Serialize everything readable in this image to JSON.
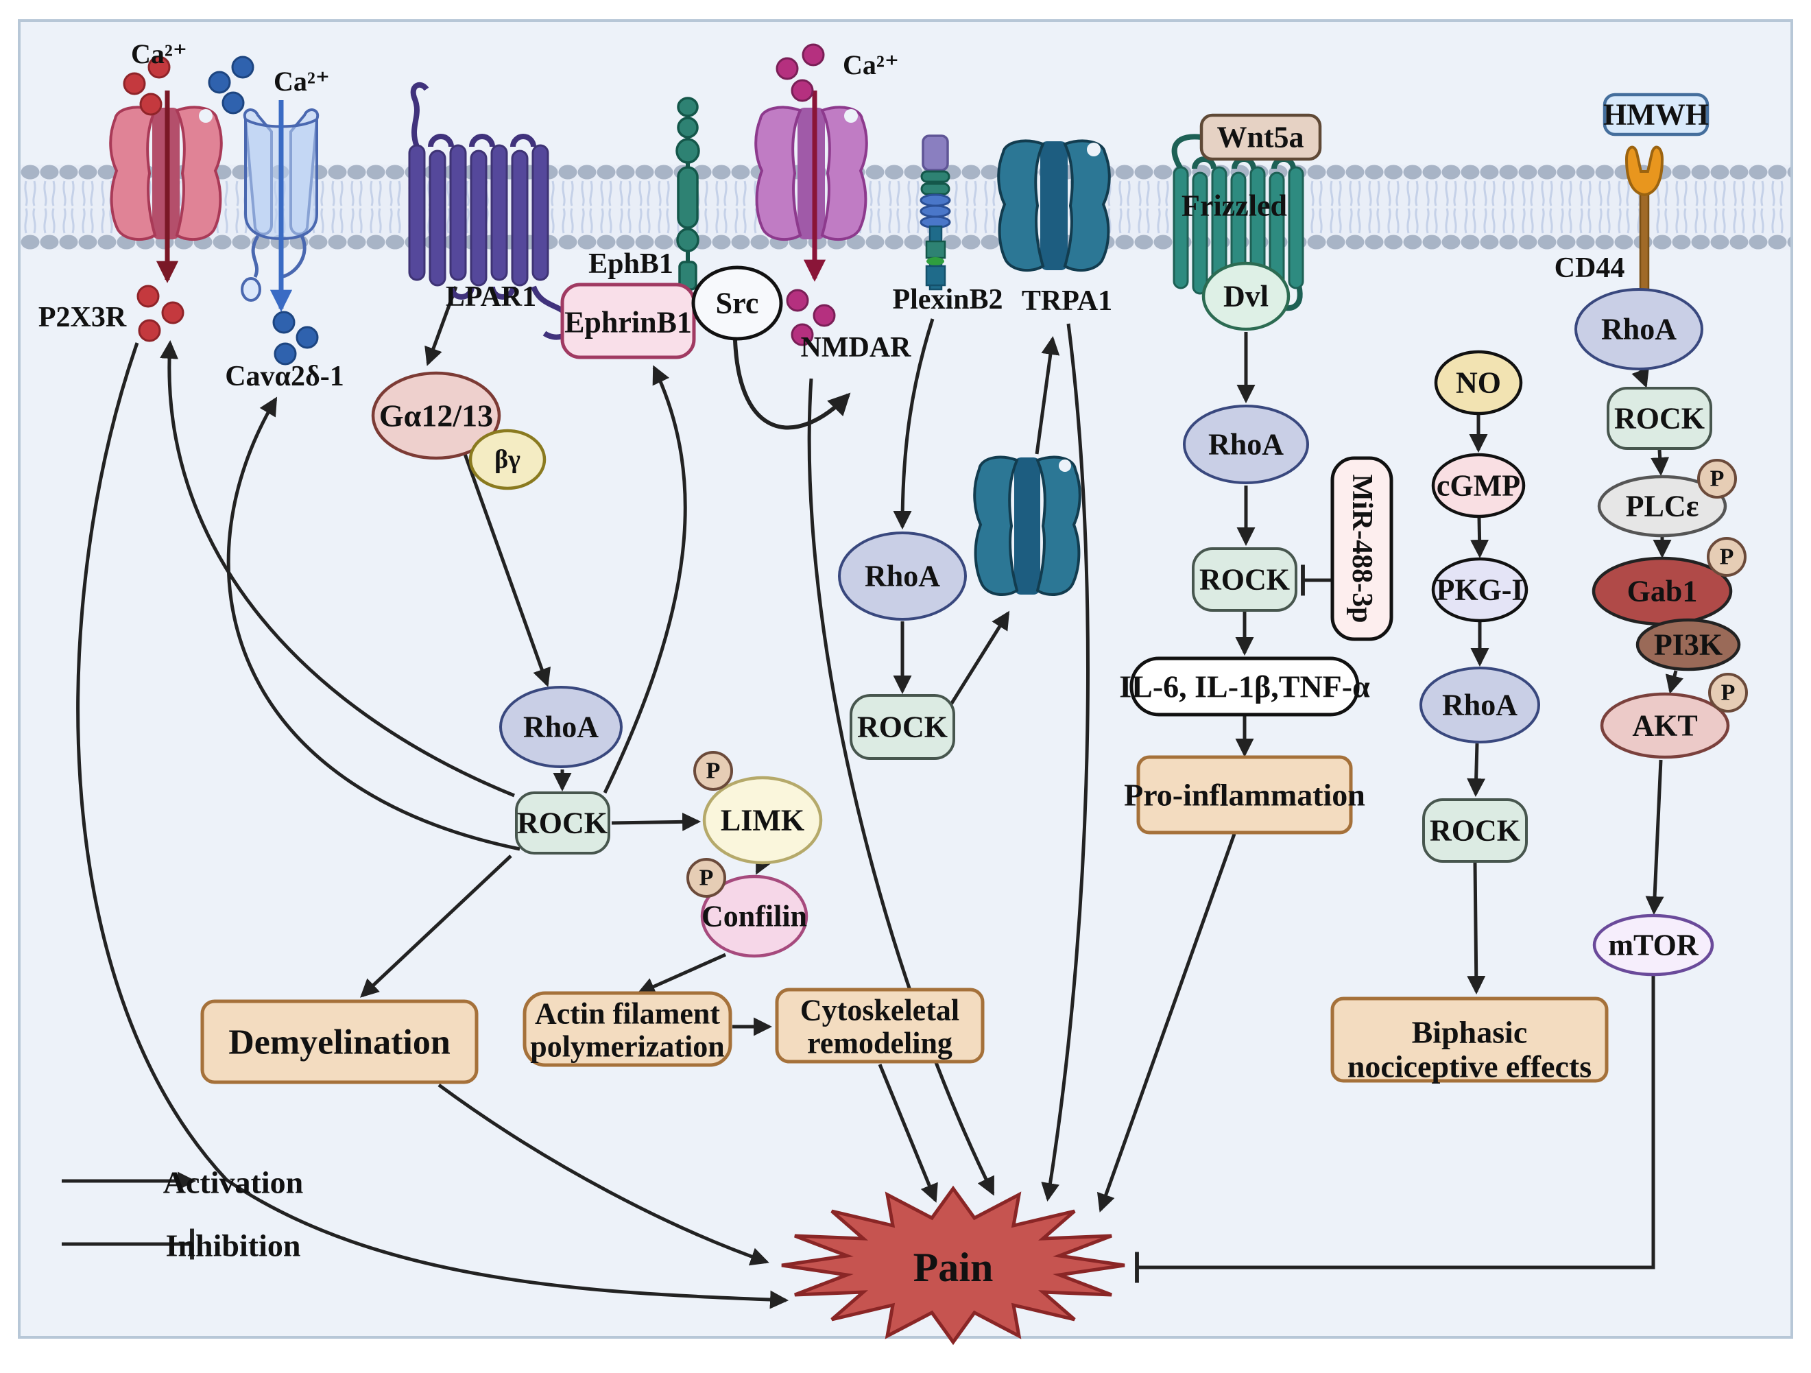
{
  "legend": {
    "activation": "Activation",
    "inhibition": "Inhibition"
  },
  "pain": {
    "label": "Pain"
  },
  "ions": {
    "ca_p2x3r": "Ca²⁺",
    "ca_cav": "Ca²⁺",
    "ca_nmdar": "Ca²⁺"
  },
  "receptors": {
    "p2x3r": "P2X3R",
    "cav_a2d1": "Cavα2δ-1",
    "lpar1": "LPAR1",
    "ephb1": "EphB1",
    "ephrinb1": "EphrinB1",
    "src": "Src",
    "nmdar": "NMDAR",
    "plexinb2": "PlexinB2",
    "trpa1": "TRPA1",
    "wnt5a": "Wnt5a",
    "frizzled": "Frizzled",
    "dvl": "Dvl",
    "hmwh": "HMWH",
    "cd44": "CD44"
  },
  "molecules": {
    "g_alpha": "Gα12/13",
    "beta_gamma": "βγ",
    "rhoa": "RhoA",
    "rock": "ROCK",
    "limk": "LIMK",
    "confilin": "Confilin",
    "phospho": "P",
    "mir_488_3p": "MiR-488-3p",
    "cytokines": "IL-6, IL-1β,TNF-α",
    "no": "NO",
    "cgmp": "cGMP",
    "pkg1": "PKG-I",
    "plce": "PLCε",
    "gab1": "Gab1",
    "pi3k": "PI3K",
    "akt": "AKT",
    "mtor": "mTOR"
  },
  "outcomes": {
    "demyelination": "Demyelination",
    "actin_line1": "Actin filament",
    "actin_line2": "polymerization",
    "cyto_line1": "Cytoskeletal",
    "cyto_line2": "remodeling",
    "pro_inflammation": "Pro-inflammation",
    "biphasic_line1": "Biphasic",
    "biphasic_line2": "nociceptive effects"
  },
  "colors": {
    "pain_star": "#c65450",
    "outcome_box": "#f3dcc0",
    "rock_fill": "#dcebe3",
    "rhoa_fill": "#c9cfe6",
    "membrane_head": "#a8b4c6",
    "panel_bg": "#edf2f9"
  }
}
